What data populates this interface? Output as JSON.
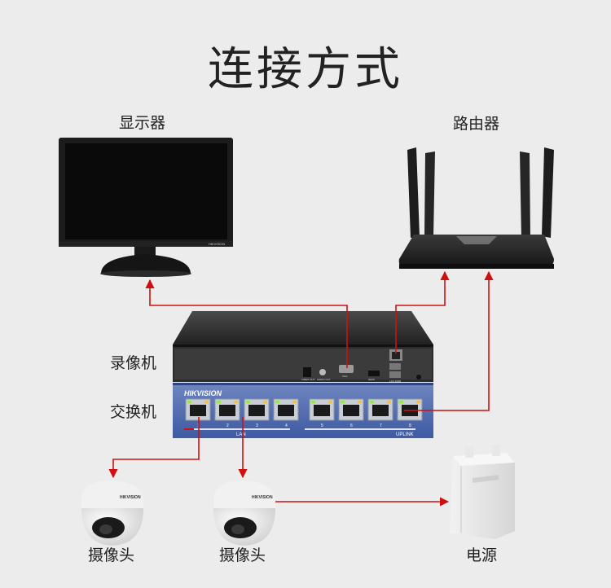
{
  "title": "连接方式",
  "labels": {
    "monitor": "显示器",
    "router": "路由器",
    "nvr": "录像机",
    "switch": "交换机",
    "camera_left": "摄像头",
    "camera_right": "摄像头",
    "power": "电源"
  },
  "device_text": {
    "switch_brand": "HIKVISION",
    "lan": "LAN",
    "uplink": "UPLINK",
    "port_numbers": [
      "1",
      "2",
      "3",
      "4",
      "5",
      "6",
      "7",
      "8"
    ],
    "nvr_ports": [
      "VIDEO OUT",
      "AUDIO OUT",
      "VGA",
      "HDMI",
      "LAN 100M"
    ],
    "camera_brand": "HIKVISION"
  },
  "colors": {
    "connection_line": "#d01010",
    "background": "#ececec",
    "switch_panel": "#3a5aa8"
  }
}
